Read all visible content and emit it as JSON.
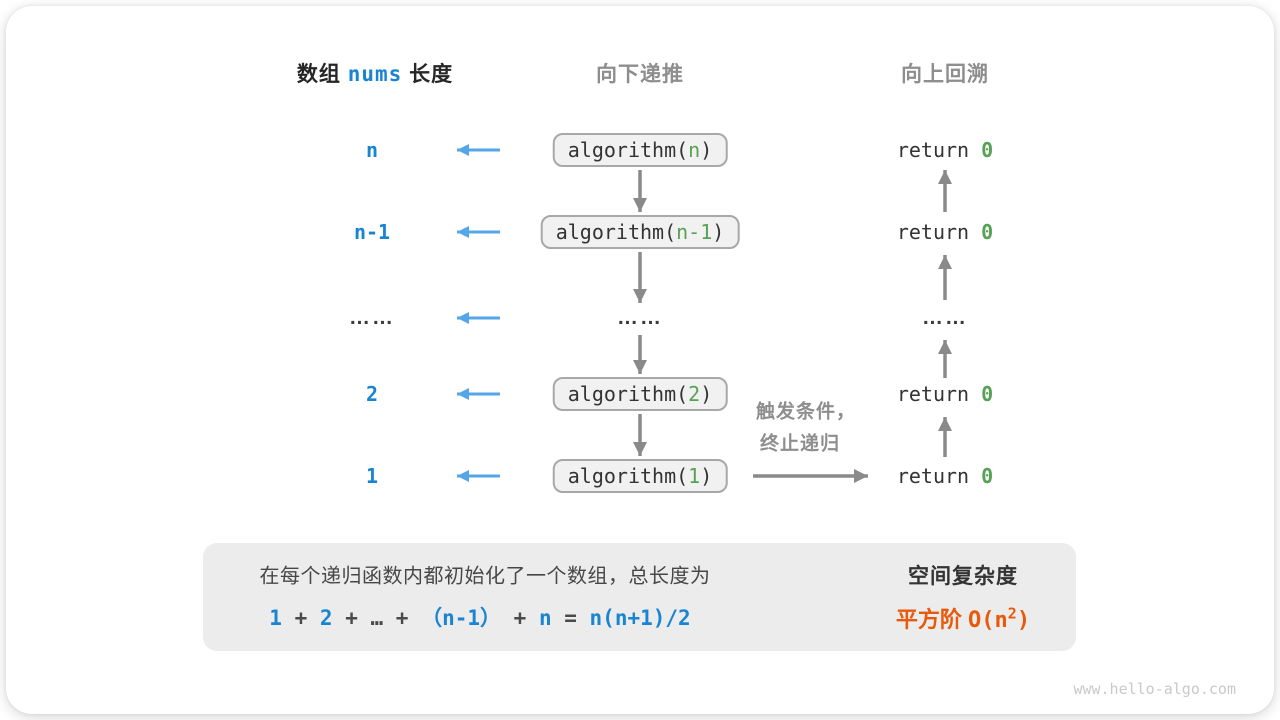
{
  "headers": {
    "left_pre": "数组 ",
    "left_code": "nums",
    "left_post": " 长度",
    "middle": "向下递推",
    "right": "向上回溯"
  },
  "rows": [
    {
      "label": "n",
      "box_pre": "algorithm(",
      "box_arg": "n",
      "box_post": ")",
      "ret_pre": "return ",
      "ret_val": "0"
    },
    {
      "label": "n-1",
      "box_pre": "algorithm(",
      "box_arg": "n-1",
      "box_post": ")",
      "ret_pre": "return ",
      "ret_val": "0"
    },
    {
      "dots": "……"
    },
    {
      "label": "2",
      "box_pre": "algorithm(",
      "box_arg": "2",
      "box_post": ")",
      "ret_pre": "return ",
      "ret_val": "0"
    },
    {
      "label": "1",
      "box_pre": "algorithm(",
      "box_arg": "1",
      "box_post": ")",
      "ret_pre": "return ",
      "ret_val": "0"
    }
  ],
  "annotation": {
    "line1": "触发条件，",
    "line2": "终止递归"
  },
  "summary": {
    "line1": "在每个递归函数内都初始化了一个数组，总长度为",
    "formula": [
      {
        "t": "1",
        "c": "b"
      },
      {
        "t": " + ",
        "c": "g"
      },
      {
        "t": "2",
        "c": "b"
      },
      {
        "t": " + ",
        "c": "g"
      },
      {
        "t": "… + ",
        "c": "g"
      },
      {
        "t": "（n-1）",
        "c": "b"
      },
      {
        "t": " + ",
        "c": "g"
      },
      {
        "t": "n",
        "c": "b"
      },
      {
        "t": " = ",
        "c": "g"
      },
      {
        "t": "n(n+1)/2",
        "c": "b"
      }
    ],
    "result_title": "空间复杂度",
    "result_prefix": "平方阶 ",
    "result_o_open": "O(n",
    "result_sup": "2",
    "result_o_close": ")"
  },
  "watermark": "www.hello-algo.com",
  "icons": {
    "left_arrow": "←",
    "down_arrow": "↓",
    "up_arrow": "↑",
    "right_arrow": "→",
    "block_arrow": "➜"
  },
  "colors": {
    "text_blue": "#1985d2",
    "arrow_blue": "#55a6e8",
    "green": "#56a255",
    "arrow_gray": "#8a8a8a",
    "orange": "#e8590c",
    "box_bg": "#f1f1f1",
    "box_border": "#a8a8a8",
    "panel_bg": "#ececec",
    "block_arrow_gray": "#c5c5c5"
  }
}
